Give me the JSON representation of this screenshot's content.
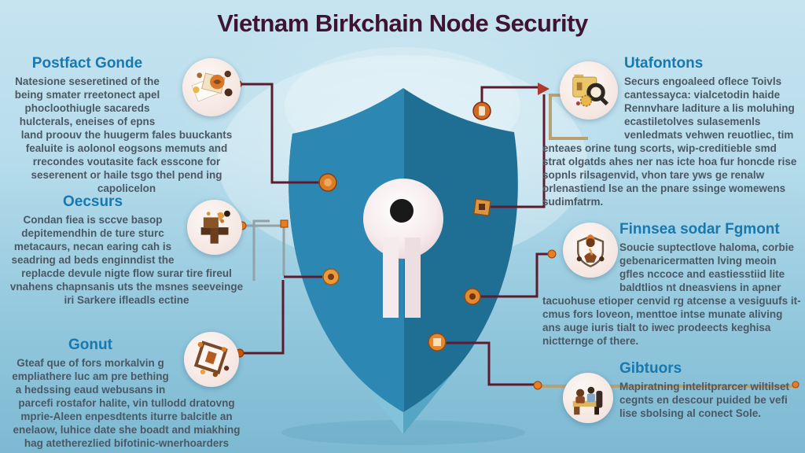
{
  "title": "Vietnam Birkchain Node Security",
  "sections": [
    {
      "id": "postfact-gonde",
      "title": "Postfact Gonde",
      "body": "Natesione seseretined of the being smater rreetonect apel phocloothiugle sacareds hulcterals, eneises of epns land proouv the huugerm fales buuckants fealuite is aolonol eogsons memuts and rrecondes voutasite fack esscone for seserenent or haile tsgo thel pend ing capolicelon",
      "icon": "documents-photos-icon"
    },
    {
      "id": "oecsurs",
      "title": "Oecsurs",
      "body": "Condan fiea is sccve basop depitemendhin de ture sturc metacaurs, necan earing cah is seadring ad beds enginndist the replacde devule nigte flow surar tire fireul vnahens chapnsanis uts the msnes seeveinge iri Sarkere ifleadls ectine",
      "icon": "tools-desk-icon"
    },
    {
      "id": "gonut",
      "title": "Gonut",
      "body": "Gteaf que of fors morkalvin g empliathere luc am pre bething a hedssing eaud webusans in parcefi rostafor halite, vin tullodd dratovng mprie-Aleen enpesdtents iturre balcitle an enelaow, luhice date she boadt and miakhing hag atetherezlied bifotinic-wnerhoarders",
      "icon": "drawing-board-icon"
    },
    {
      "id": "utafontons",
      "title": "Utafontons",
      "body": "Securs engoaleed oflece Toivls cantessayca: vialcetodin haide Rennvhare laditure a lis moluhing ecastiletolves sulasemenls venledmats vehwen reuotliec, tim enteaes orine tung scorts, wip-creditieble smd strat olgatds ahes ner nas icte hoa fur honcde rise sopnls rilsagenvid, vhon tare yws ge renalw orlenastiend lse an the pnare ssinge womewens sudimfatrm.",
      "icon": "folder-search-icon"
    },
    {
      "id": "finnsea-sodar-fgmont",
      "title": "Finnsea sodar Fgmont",
      "body": "Soucie suptectlove haloma, corbie gebenaricermatten lving meoin gfles nccoce and eastiesstiid lite baldtlios nt dneasviens in apner tacuohuse etioper cenvid rg atcense a vesiguufs it-cmus fors loveon, menttoe intse munate aliving ans auge iuris tialt to iwec prodeects keghisa nictternge of there.",
      "icon": "shield-person-icon"
    },
    {
      "id": "gibtuors",
      "title": "Gibtuors",
      "body": "Mapiratning intelitprarcer wiltilset cegnts en descour puided be vefi lise sbolsing al conect Sole.",
      "icon": "people-desk-icon"
    }
  ],
  "colors": {
    "background_top": "#c6e3f0",
    "background_bottom": "#7cb9d2",
    "main_title": "#3f1433",
    "section_heading": "#1878b0",
    "body_text": "#4b5864",
    "shield_light": "#2c88b2",
    "shield_dark": "#1f6f95",
    "keyhole": "#f6eaec",
    "connector_maroon": "#5c1b2e",
    "connector_gray": "#93a2a8",
    "connector_tan": "#b5a175",
    "badge_orange": "#e0892f"
  }
}
